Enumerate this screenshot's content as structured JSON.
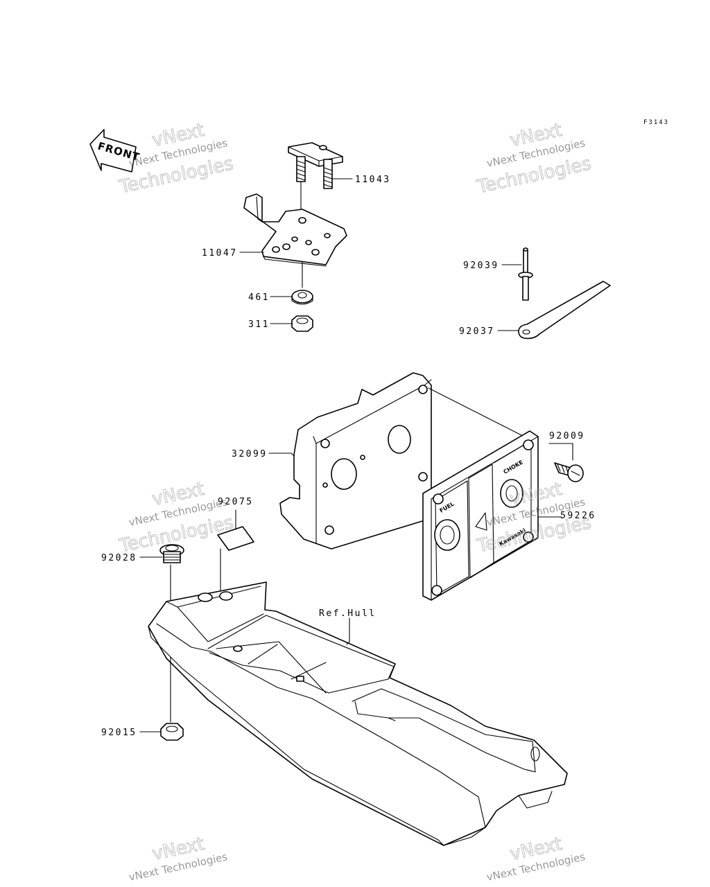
{
  "figure_code": "F3143",
  "front_arrow": "FRONT",
  "watermark": {
    "line1": "vNext Technologies",
    "line2": "Technologies",
    "mark": "vNext"
  },
  "parts": [
    {
      "id": "p11043",
      "number": "11043"
    },
    {
      "id": "p11047",
      "number": "11047"
    },
    {
      "id": "p461",
      "number": "461"
    },
    {
      "id": "p311",
      "number": "311"
    },
    {
      "id": "p92039",
      "number": "92039"
    },
    {
      "id": "p92037",
      "number": "92037"
    },
    {
      "id": "p32099",
      "number": "32099"
    },
    {
      "id": "p92009",
      "number": "92009"
    },
    {
      "id": "p59226",
      "number": "59226"
    },
    {
      "id": "p92075",
      "number": "92075"
    },
    {
      "id": "p92028",
      "number": "92028"
    },
    {
      "id": "p92015",
      "number": "92015"
    },
    {
      "id": "hull",
      "number": "Ref.Hull"
    }
  ],
  "panel": {
    "fuel": "FUEL",
    "choke": "CHOKE",
    "brand": "Kawasaki"
  }
}
